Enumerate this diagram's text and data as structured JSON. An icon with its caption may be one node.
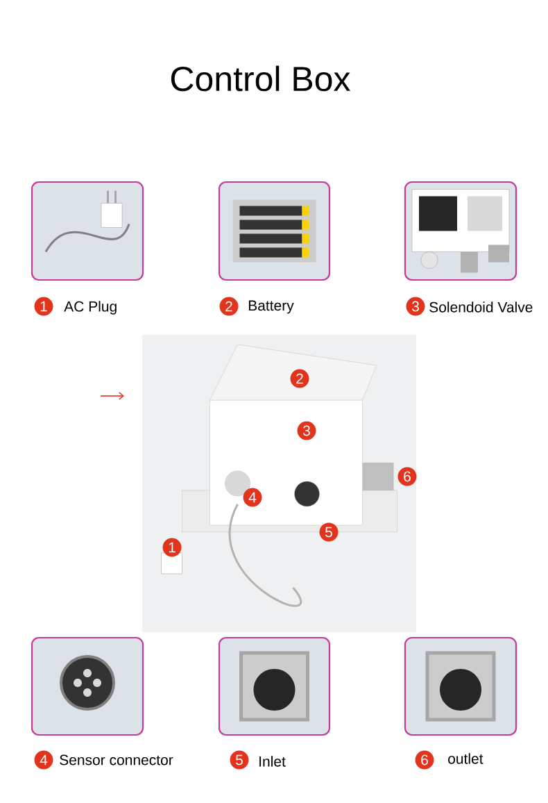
{
  "diagram": {
    "title": "Control Box",
    "nodes": [
      {
        "text": [],
        "shape": "picture",
        "beside": [
          "AC Plug"
        ]
      },
      {
        "text": [],
        "shape": "picture",
        "beside": [
          "Battery"
        ]
      },
      {
        "text": [],
        "shape": "picture",
        "beside": [
          "Solendoid Valve"
        ]
      },
      {
        "text": [],
        "shape": "picture"
      },
      {
        "text": [],
        "shape": "picture",
        "beside": [
          "Sensor connector"
        ]
      },
      {
        "text": [],
        "shape": "picture",
        "beside": [
          "Inlet"
        ]
      },
      {
        "text": [],
        "shape": "picture",
        "beside": [
          "outlet"
        ]
      }
    ],
    "edges": [],
    "labels": [
      "1",
      "2",
      "3",
      "2",
      "3",
      "6",
      "4",
      "5",
      "1",
      "4",
      "5",
      "6"
    ]
  }
}
